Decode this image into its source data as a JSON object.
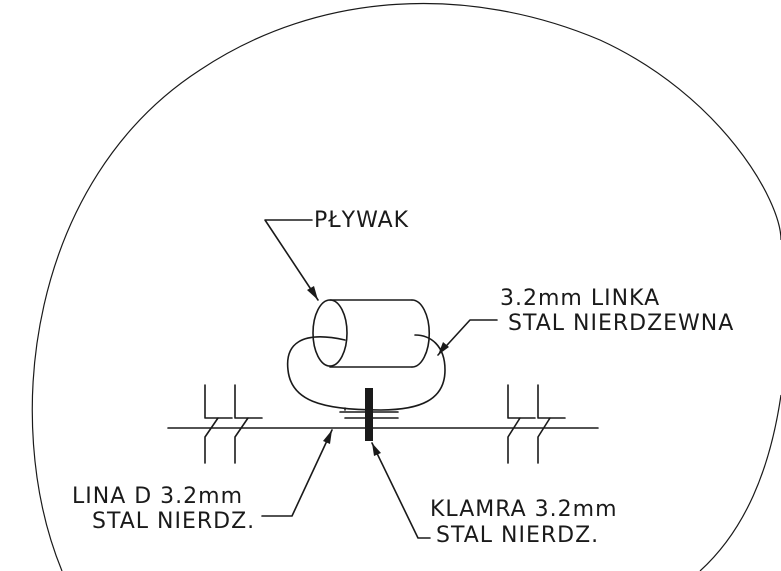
{
  "labels": {
    "float": "PŁYWAK",
    "wire_line1": "3.2mm LINKA",
    "wire_line2": "STAL NIERDZEWNA",
    "rope_line1": "LINA D 3.2mm",
    "rope_line2": "STAL NIERDZ.",
    "clamp_line1": "KLAMRA 3.2mm",
    "clamp_line2": "STAL NIERDZ."
  },
  "colors": {
    "ink": "#1a1a1a",
    "background": "#ffffff"
  }
}
